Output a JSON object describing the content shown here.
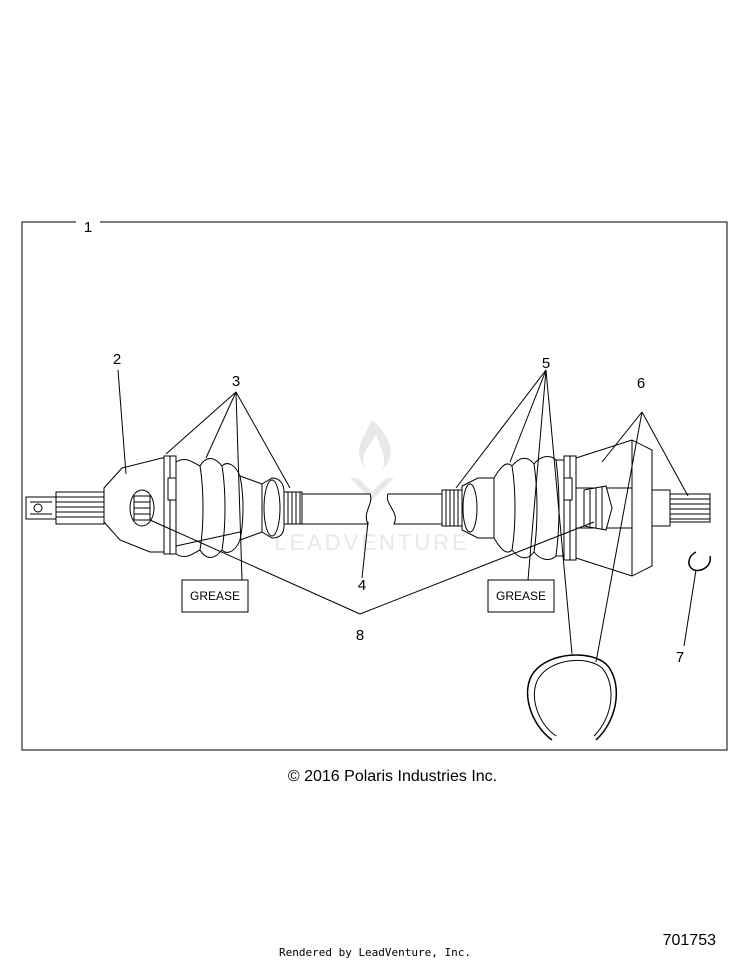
{
  "callouts": {
    "c1": "1",
    "c2": "2",
    "c3": "3",
    "c4": "4",
    "c5": "5",
    "c6": "6",
    "c7": "7",
    "c8": "8"
  },
  "labels": {
    "grease_left": "GREASE",
    "grease_right": "GREASE"
  },
  "watermark": "LEADVENTURE",
  "footer": {
    "copyright": "© 2016 Polaris Industries Inc.",
    "rendered_by": "Rendered by LeadVenture, Inc.",
    "part_number": "701753"
  },
  "colors": {
    "line": "#000000",
    "watermark": "#e6e6e6"
  }
}
